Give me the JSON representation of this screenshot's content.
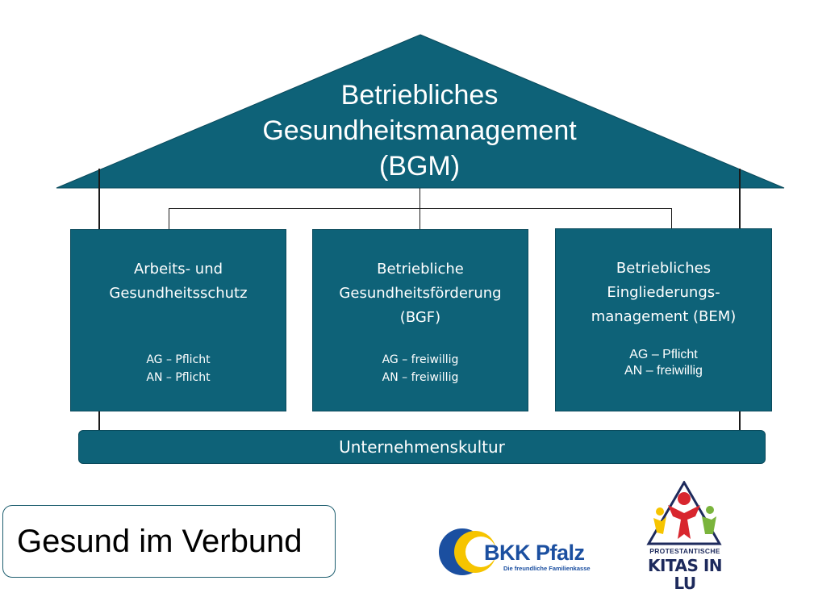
{
  "roof": {
    "line1": "Betriebliches",
    "line2": "Gesundheitsmanagement",
    "line3": "(BGM)"
  },
  "pillars": [
    {
      "title_lines": [
        "Arbeits- und",
        "Gesundheitsschutz"
      ],
      "note_lines": [
        "AG – Pflicht",
        "AN – Pflicht"
      ]
    },
    {
      "title_lines": [
        "Betriebliche",
        "Gesundheitsförderung",
        "(BGF)"
      ],
      "note_lines": [
        "AG – freiwillig",
        "AN – freiwillig"
      ]
    },
    {
      "title_lines": [
        "Betriebliches",
        "Eingliederungs-",
        "management (BEM)"
      ],
      "note_lines": [
        "AG – Pflicht",
        "AN – freiwillig"
      ]
    }
  ],
  "foundation": {
    "label": "Unternehmenskultur"
  },
  "footer": {
    "brand_label": "Gesund im Verbund",
    "bkk_name": "BKK Pfalz",
    "bkk_tagline": "Die freundliche Familienkasse",
    "kitas_line1": "PROTESTANTISCHE",
    "kitas_line2": "KITAS IN LU"
  },
  "colors": {
    "teal": "#0e6278",
    "bkk_blue": "#1b4fa0",
    "bkk_yellow": "#f6c400",
    "kitas_red": "#d8262e",
    "kitas_green": "#7ab43c"
  }
}
